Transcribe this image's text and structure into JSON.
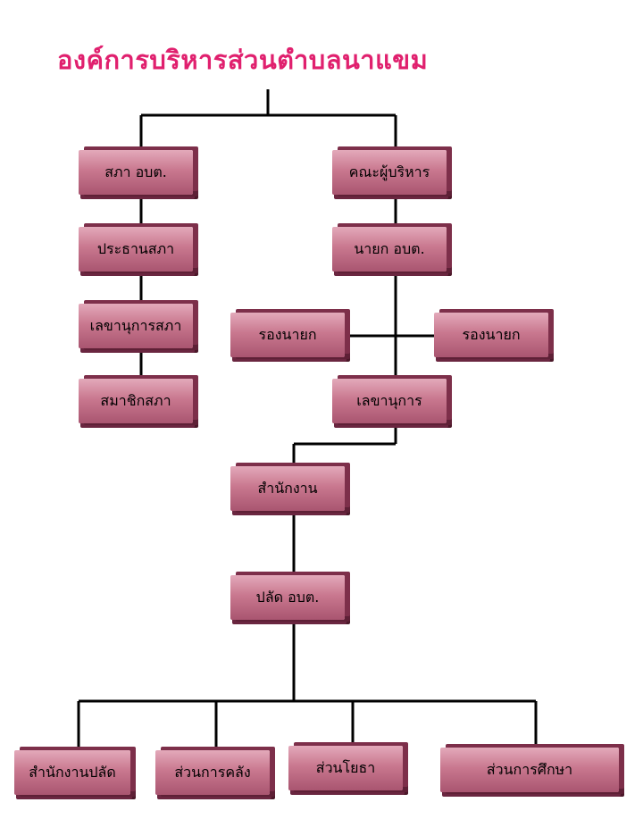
{
  "title": "องค์การบริหารส่วนตำบลนาแขม",
  "nodes": {
    "council": "สภา อบต.",
    "executives": "คณะผู้บริหาร",
    "council_chair": "ประธานสภา",
    "mayor": "นายก อบต.",
    "council_secretary": "เลขานุการสภา",
    "deputy_mayor_left": "รองนายก",
    "deputy_mayor_right": "รองนายก",
    "council_member": "สมาชิกสภา",
    "secretary": "เลขานุการ",
    "office": "สำนักงาน",
    "chief_admin": "ปลัด อบต.",
    "office_of_chief": "สำนักงานปลัด",
    "finance_division": "ส่วนการคลัง",
    "public_works_division": "ส่วนโยธา",
    "education_division": "ส่วนการศึกษา"
  },
  "colors": {
    "title": "#e0206e",
    "box_mid": "#c9788f",
    "box_dark": "#7d2f4a",
    "line": "#000000"
  }
}
